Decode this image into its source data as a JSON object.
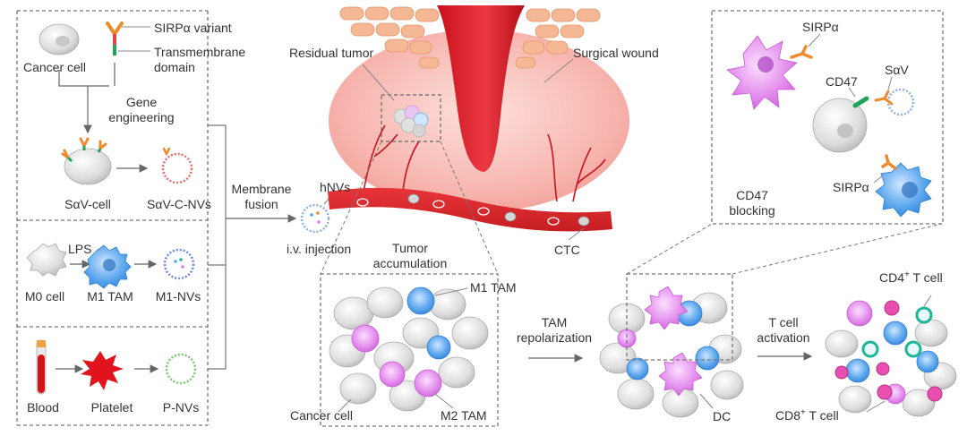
{
  "left_panel": {
    "cancer_cell": "Cancer cell",
    "sirpa_variant": "SIRPα variant",
    "transmembrane": "Transmembrane",
    "domain": "domain",
    "gene": "Gene",
    "engineering": "engineering",
    "sav_cell": "SαV-cell",
    "sav_c_nvs": "SαV-C-NVs",
    "lps": "LPS",
    "m0_cell": "M0 cell",
    "m1_tam": "M1 TAM",
    "m1_nvs": "M1-NVs",
    "blood": "Blood",
    "platelet": "Platelet",
    "p_nvs": "P-NVs"
  },
  "center": {
    "membrane": "Membrane",
    "fusion": "fusion",
    "hnvs": "hNVs",
    "iv_injection": "i.v. injection",
    "residual_tumor": "Residual tumor",
    "surgical_wound": "Surgical wound",
    "tumor": "Tumor",
    "accumulation": "accumulation",
    "ctc": "CTC",
    "m1_tam": "M1 TAM",
    "cancer_cell": "Cancer cell",
    "m2_tam": "M2 TAM"
  },
  "right_panel": {
    "sirpa_top": "SIRPα",
    "cd47": "CD47",
    "sav": "SαV",
    "cd47_blocking_1": "CD47",
    "cd47_blocking_2": "blocking",
    "sirpa_bottom": "SIRPα"
  },
  "bottom_right": {
    "tam": "TAM",
    "repolarization": "repolarization",
    "dc": "DC",
    "t_cell": "T cell",
    "activation": "activation",
    "cd4": "CD4",
    "cd8": "CD8",
    "plus": "+",
    "t_cell_suffix": " T cell"
  },
  "colors": {
    "vessel": "#d92a2a",
    "tumor_pink": "#f6b3ad",
    "m1_blue": "#3d8fe0",
    "m2_pink": "#e07be6",
    "platelet_red": "#e0141c",
    "skin": "#f5b895",
    "t_green": "#1fb59a",
    "t_pink": "#e84fb0"
  }
}
